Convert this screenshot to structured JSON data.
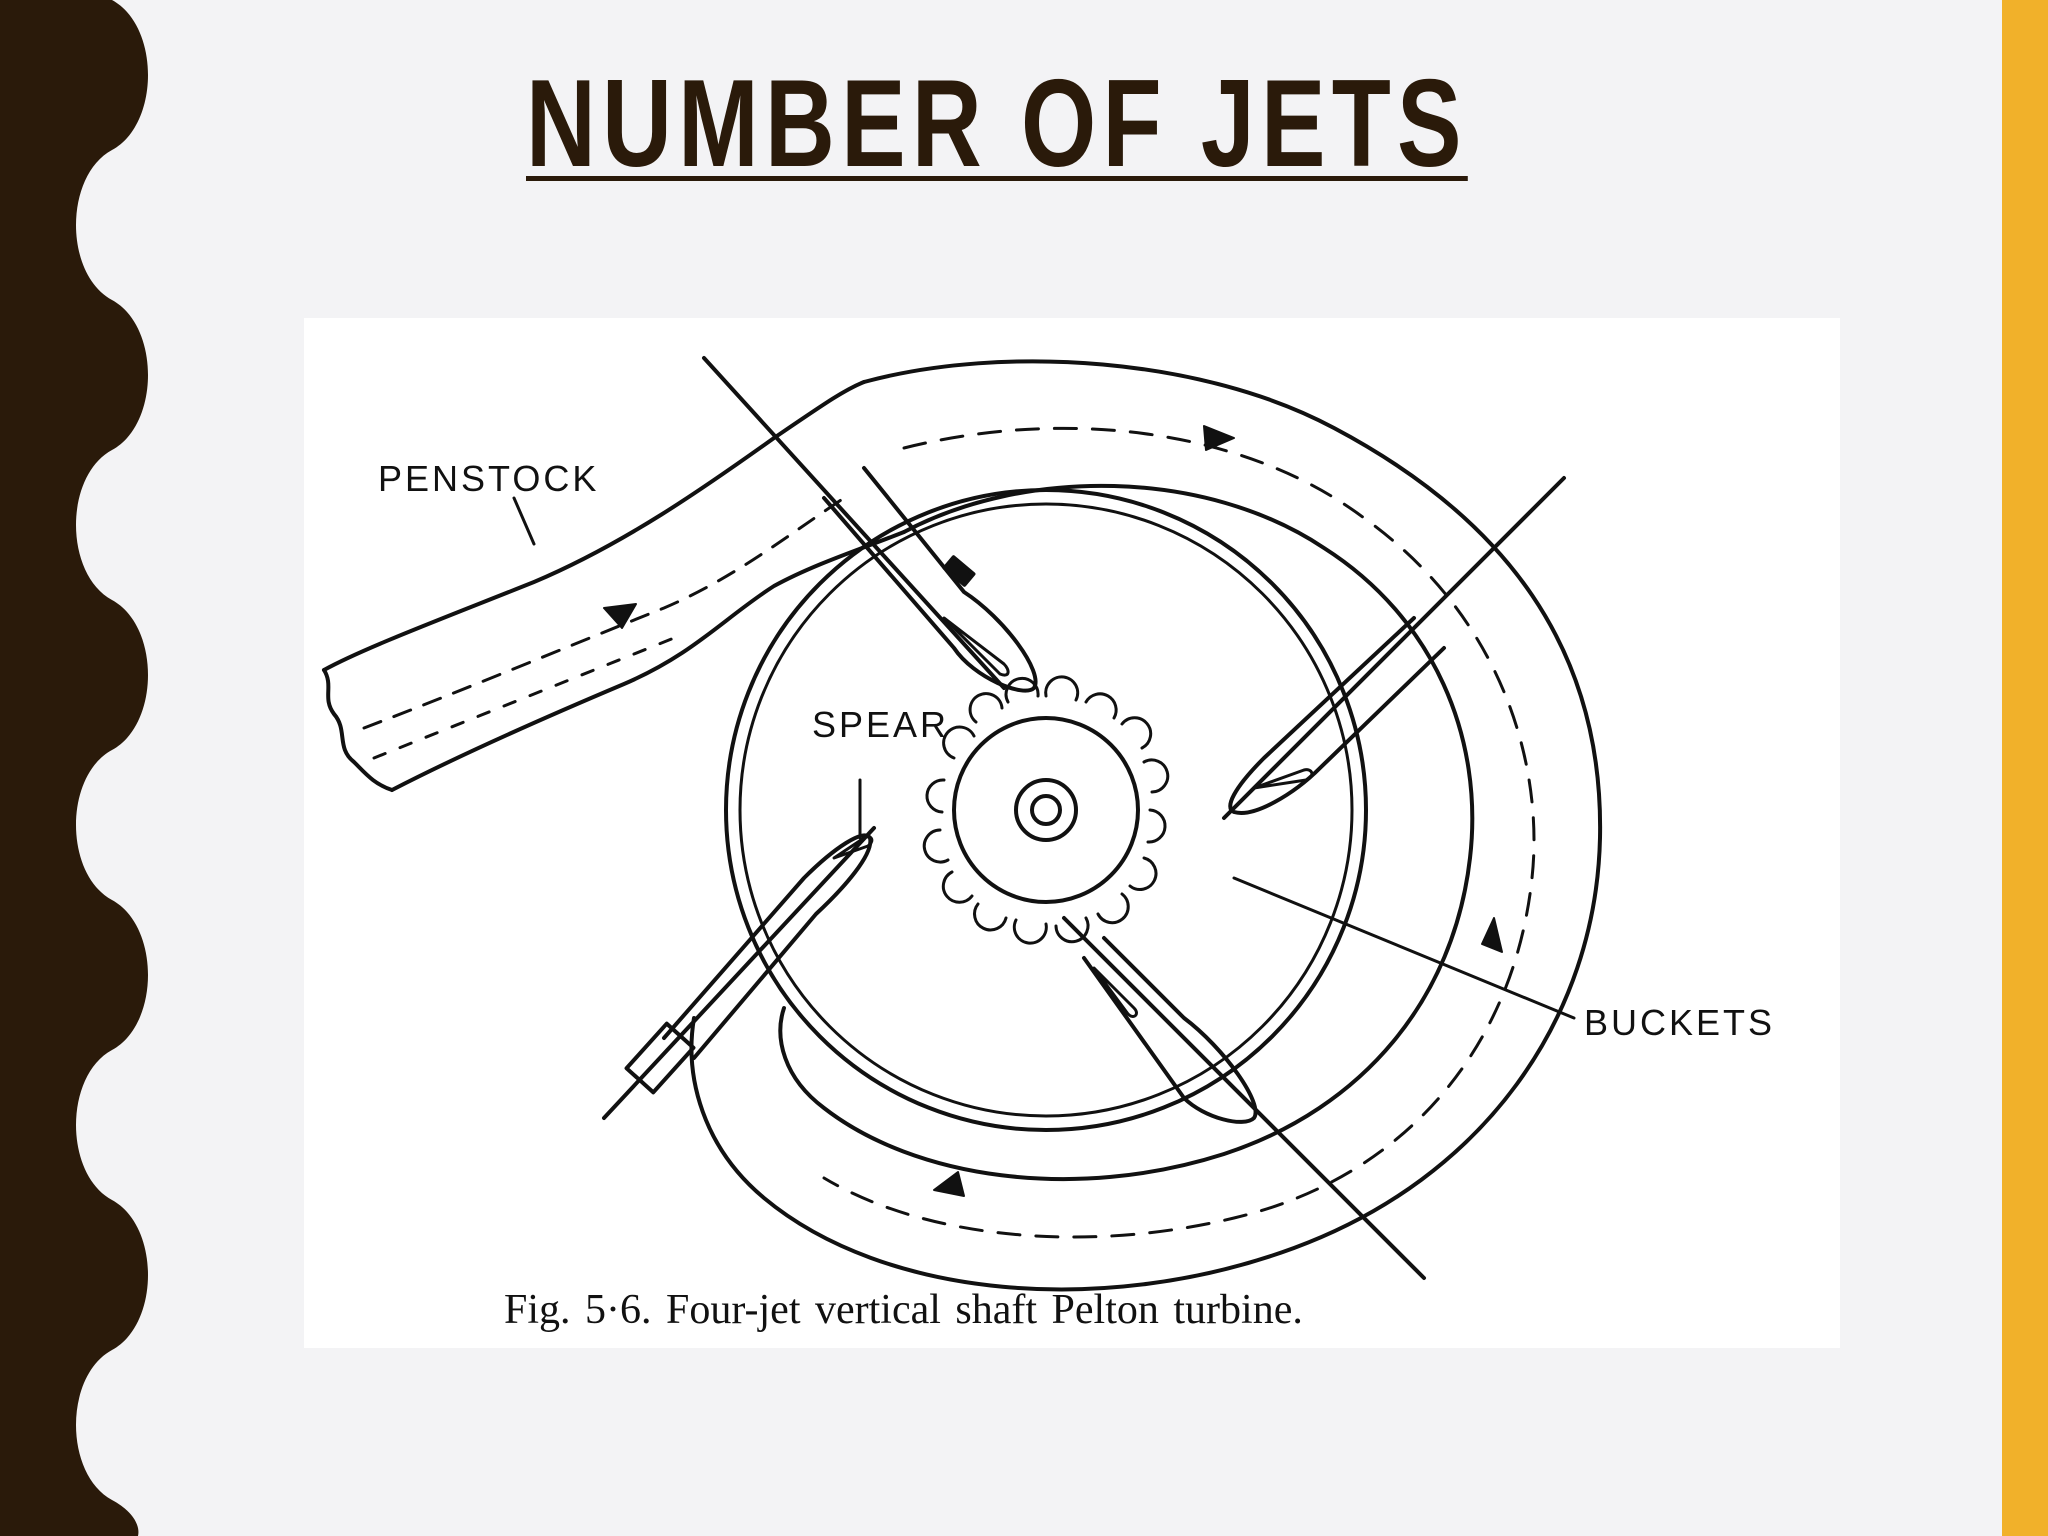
{
  "slide": {
    "title": "NUMBER OF JETS",
    "colors": {
      "background": "#f3f3f5",
      "left_border": "#2a1a0a",
      "right_accent": "#f1b12a",
      "title": "#2a1a0a"
    }
  },
  "figure": {
    "labels": {
      "penstock": "PENSTOCK",
      "spear": "SPEAR",
      "buckets": "BUCKETS"
    },
    "caption": "Fig. 5·6.   Four-jet vertical shaft Pelton turbine."
  }
}
